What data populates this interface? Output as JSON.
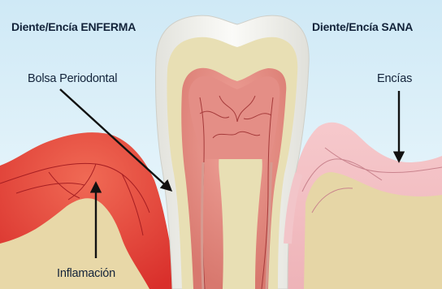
{
  "headings": {
    "diseased": "Diente/Encía ENFERMA",
    "healthy": "Diente/Encía SANA"
  },
  "callouts": {
    "pocket": "Bolsa Periodontal",
    "gums": "Encías",
    "inflammation": "Inflamación"
  },
  "colors": {
    "background": "#d9eef8",
    "enamel": "#f1f1ee",
    "dentin": "#e6ddb0",
    "pulp": "#e69a92",
    "inflamed_gum": "#e8433a",
    "healthy_gum": "#f2bfc4",
    "bone": "#e4d4a2",
    "text": "#13233a"
  }
}
